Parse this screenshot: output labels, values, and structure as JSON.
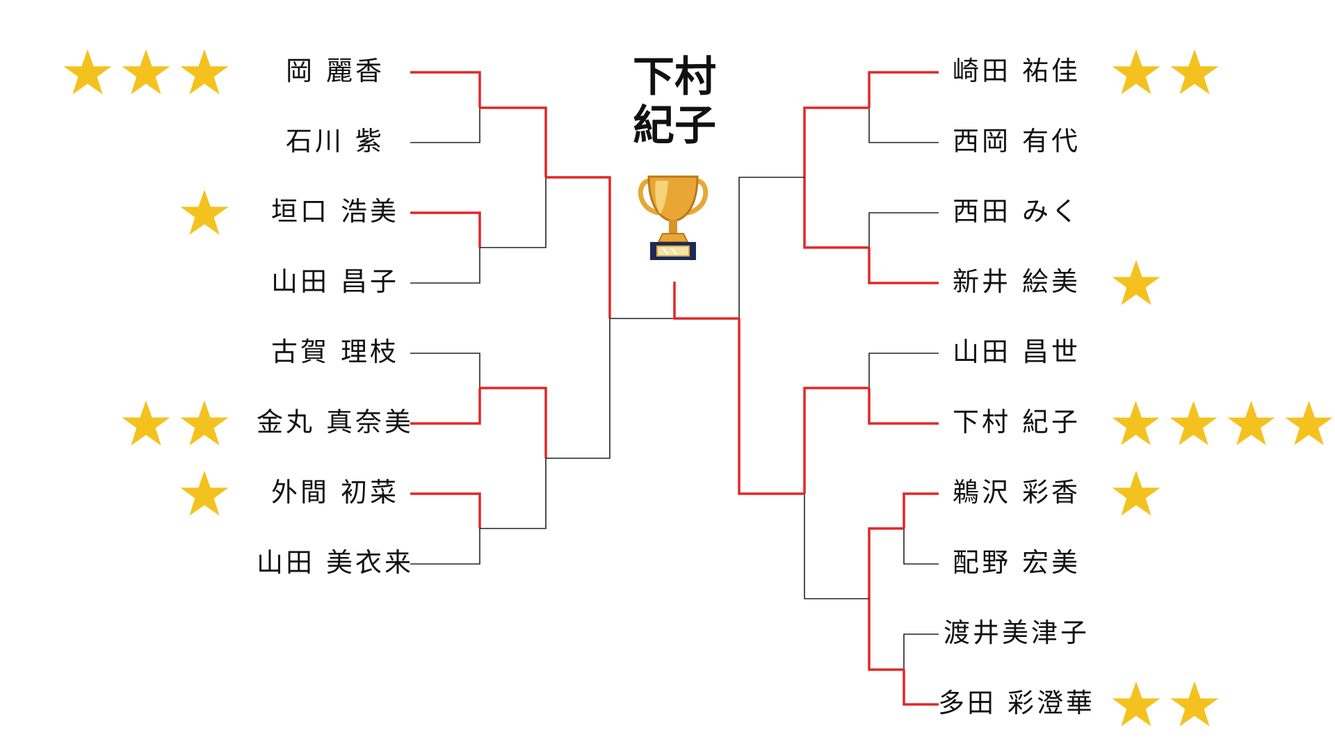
{
  "champion": {
    "name_line1": "下村",
    "name_line2": "紀子"
  },
  "colors": {
    "winner_line": "#e32626",
    "loser_line": "#222222",
    "star": "#f4c21f",
    "trophy_gold": "#e8a735",
    "trophy_base": "#1d2a57"
  },
  "left": [
    {
      "name": "岡 麗香",
      "stars": 3
    },
    {
      "name": "石川 紫",
      "stars": 0
    },
    {
      "name": "垣口 浩美",
      "stars": 1
    },
    {
      "name": "山田 昌子",
      "stars": 0
    },
    {
      "name": "古賀 理枝",
      "stars": 0
    },
    {
      "name": "金丸 真奈美",
      "stars": 2
    },
    {
      "name": "外間 初菜",
      "stars": 1
    },
    {
      "name": "山田 美衣来",
      "stars": 0
    }
  ],
  "right": [
    {
      "name": "崎田 祐佳",
      "stars": 2
    },
    {
      "name": "西岡 有代",
      "stars": 0
    },
    {
      "name": "西田 みく",
      "stars": 0
    },
    {
      "name": "新井 絵美",
      "stars": 1
    },
    {
      "name": "山田 昌世",
      "stars": 0
    },
    {
      "name": "下村 紀子",
      "stars": 4
    },
    {
      "name": "鵜沢 彩香",
      "stars": 1
    },
    {
      "name": "配野 宏美",
      "stars": 0
    },
    {
      "name": "渡井美津子",
      "stars": 0
    },
    {
      "name": "多田 彩澄華",
      "stars": 2
    }
  ]
}
